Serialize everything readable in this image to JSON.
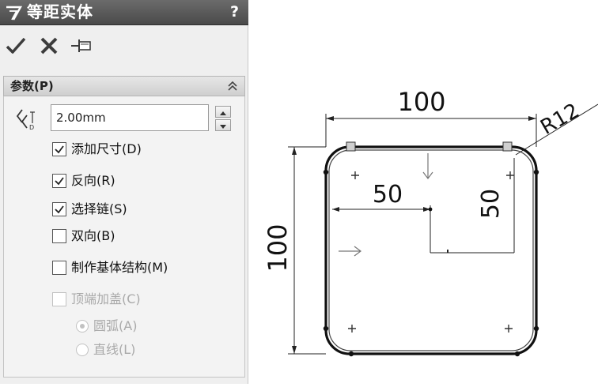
{
  "panel": {
    "title": "等距实体",
    "help": "?",
    "group": {
      "title": "参数(P)",
      "distance": "2.00mm",
      "options": [
        {
          "label": "添加尺寸(D)",
          "checked": true
        },
        {
          "label": "反向(R)",
          "checked": true
        },
        {
          "label": "选择链(S)",
          "checked": true
        },
        {
          "label": "双向(B)",
          "checked": false
        },
        {
          "label": "制作基体结构(M)",
          "checked": false
        },
        {
          "label": "顶端加盖(C)",
          "checked": false,
          "disabled": true
        }
      ],
      "cap_types": [
        {
          "label": "圆弧(A)",
          "selected": true
        },
        {
          "label": "直线(L)",
          "selected": false
        }
      ]
    },
    "toolbar": {
      "ok": "check-icon",
      "cancel": "x-icon",
      "pin": "pushpin-icon"
    }
  },
  "sketch": {
    "dims": {
      "width": "100",
      "height": "100",
      "offset_x": "50",
      "offset_y": "50",
      "radius": "R12"
    }
  },
  "colors": {
    "titlebar": "#4a4a4a",
    "panel": "#efefef",
    "sketch_line": "#111111"
  }
}
